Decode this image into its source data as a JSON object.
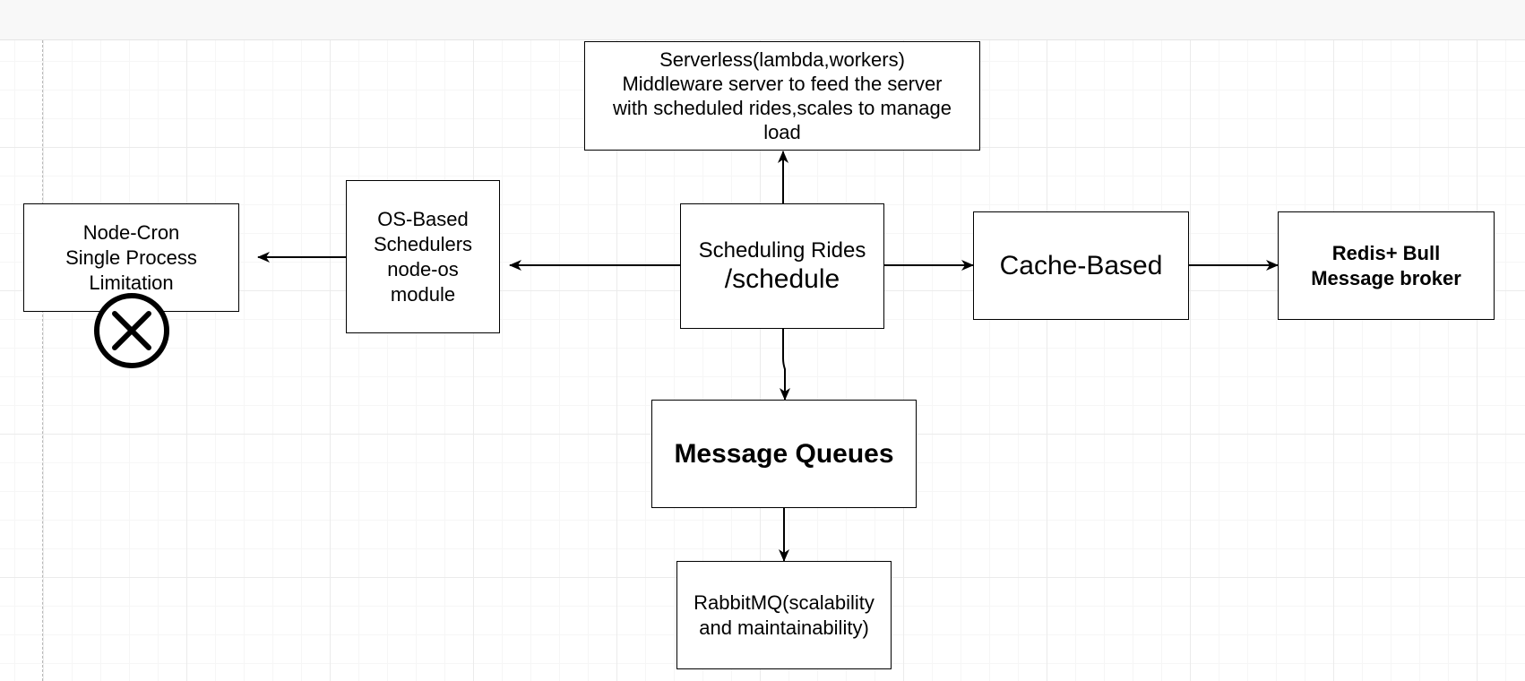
{
  "diagram": {
    "nodes": {
      "serverless": {
        "text": "Serverless(lambda,workers)\nMiddleware server to feed the server\nwith scheduled rides,scales to manage\nload"
      },
      "scheduling": {
        "line1": "Scheduling Rides",
        "line2": "/schedule"
      },
      "node_cron": {
        "text": "Node-Cron\nSingle Process\nLimitation"
      },
      "os_based": {
        "text": "OS-Based\nSchedulers\nnode-os\nmodule"
      },
      "cache_based": {
        "text": "Cache-Based"
      },
      "redis_bull": {
        "text": "Redis+ Bull\nMessage broker"
      },
      "message_queues": {
        "text": "Message Queues"
      },
      "rabbitmq": {
        "text": "RabbitMQ(scalability\nand maintainability)"
      }
    },
    "icons": {
      "rejected": "circle-x-icon"
    },
    "colors": {
      "stroke": "#000000",
      "grid": "#ebebeb",
      "toolbar": "#f8f8f8"
    }
  }
}
